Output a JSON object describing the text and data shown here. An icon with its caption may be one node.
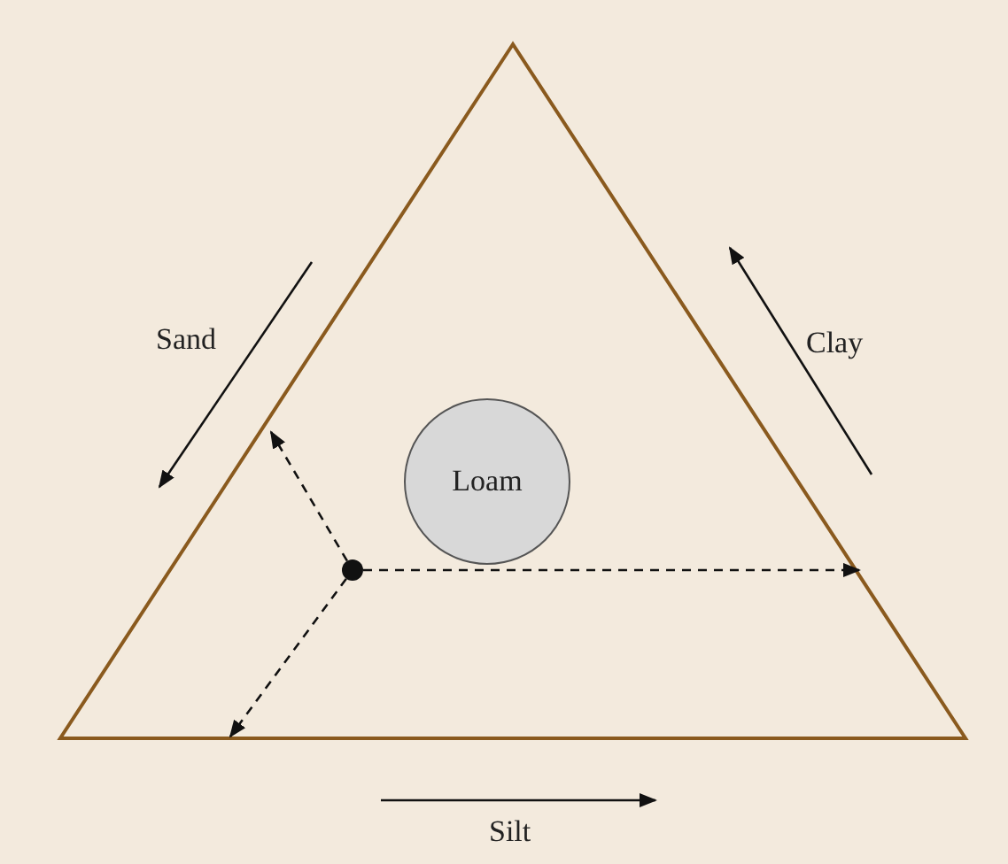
{
  "diagram": {
    "nodes": [
      {
        "text": [],
        "shape": "triangle"
      },
      {
        "text": [
          "Loam"
        ],
        "in": 0
      },
      {
        "text": [],
        "shape": "circle",
        "in": 0
      }
    ],
    "edges": [
      {
        "from": 2,
        "to": 0,
        "arrow": "to",
        "style": "dashed"
      },
      {
        "from": 2,
        "to": 0,
        "arrow": "to",
        "style": "dashed"
      },
      {
        "from": 2,
        "to": 0,
        "arrow": "to",
        "style": "dashed"
      }
    ],
    "labels": [
      "Sand",
      "Clay",
      "Silt"
    ]
  }
}
